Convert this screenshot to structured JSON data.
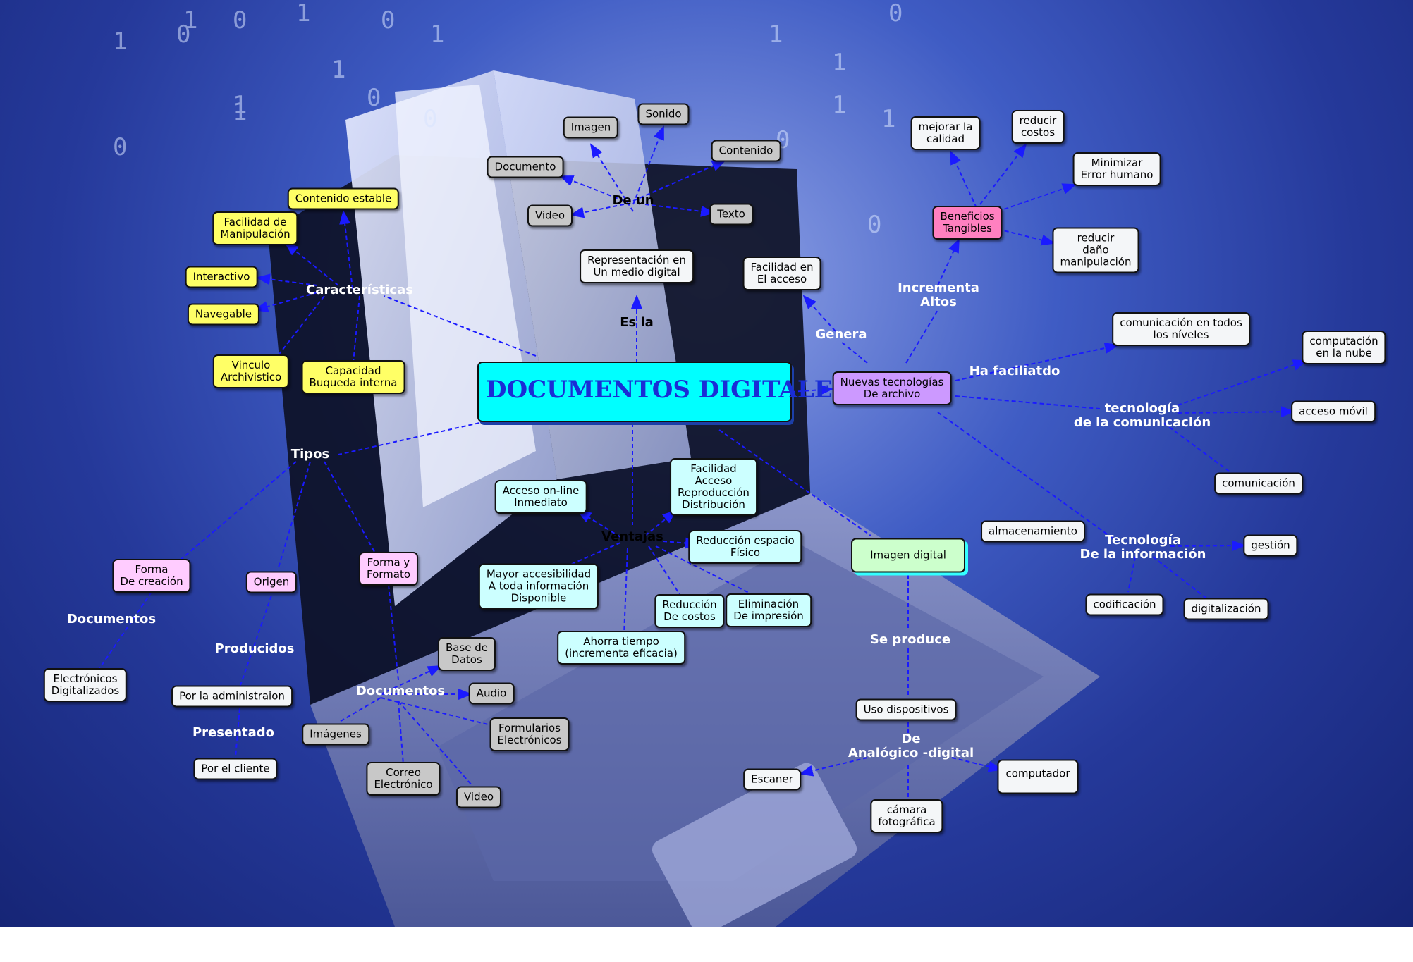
{
  "title": "DOCUMENTOS DIGITALES",
  "nodes": {
    "main": "DOCUMENTOS DIGITALES",
    "imagen": "Imagen",
    "sonido": "Sonido",
    "contenido": "Contenido",
    "documento": "Documento",
    "video_top": "Video",
    "texto": "Texto",
    "representacion": "Representación en\nUn medio digital",
    "contenido_estable": "Contenido estable",
    "facilidad_manip": "Facilidad de\nManipulación",
    "interactivo": "Interactivo",
    "navegable": "Navegable",
    "vinculo": "Vinculo\nArchivistico",
    "capacidad": "Capacidad\nBuqueda interna",
    "mejorar": "mejorar la\ncalidad",
    "reducir_costos": "reducir\ncostos",
    "minimizar": "Minimizar\nError humano",
    "beneficios": "Beneficios\nTangibles",
    "reducir_dano": "reducir\ndaño\nmanipulación",
    "facilidad_acceso": "Facilidad en\nEl acceso",
    "nuevas_tec": "Nuevas tecnologías\nDe archivo",
    "comunicacion_todos": "comunicación en todos\nlos níveles",
    "nube": "computación\nen la nube",
    "movil": "acceso móvil",
    "comunicacion": "comunicación",
    "almacenamiento": "almacenamiento",
    "gestion": "gestión",
    "codificacion": "codificación",
    "digitalizacion": "digitalización",
    "imagen_digital": "Imagen digital",
    "uso_dispositivos": "Uso dispositivos",
    "escaner": "Escaner",
    "computador": "computador",
    "camara": "cámara\nfotográfica",
    "acceso_online": "Acceso on-line\nInmediato",
    "facilidad_arrd": "Facilidad\nAcceso\nReproducción\nDistribución",
    "reduccion_espacio": "Reducción espacio\nFísico",
    "mayor_acces": "Mayor accesibilidad\nA toda información\nDisponible",
    "reduccion_costos": "Reducción\nDe costos",
    "eliminacion": "Eliminación\nDe impresión",
    "ahorra": "Ahorra tiempo\n(incrementa eficacia)",
    "forma_creacion": "Forma\nDe creación",
    "origen": "Origen",
    "forma_formato": "Forma y\nFormato",
    "electronicos": "Electrónicos\nDigitalizados",
    "por_admin": "Por la administraion",
    "por_cliente": "Por el cliente",
    "base_datos": "Base de\nDatos",
    "audio": "Audio",
    "imagenes": "Imágenes",
    "formularios": "Formularios\nElectrónicos",
    "correo": "Correo\nElectrónico",
    "video_bottom": "Video"
  },
  "labels": {
    "de_un": "De un",
    "es_la": "Es la",
    "caracteristicas": "Características",
    "tipos": "Tipos",
    "ventajas": "Ventajas",
    "genera": "Genera",
    "incrementa": "Incrementa\nAltos",
    "ha_facilitado": "Ha faciliatdo",
    "tec_comunicacion": "tecnología\nde la comunicación",
    "tec_informacion": "Tecnología\nDe la información",
    "se_produce": "Se produce",
    "de_analogico": "De\nAnalógico -digital",
    "documentos_left": "Documentos",
    "producidos": "Producidos",
    "presentado": "Presentado",
    "documentos_mid": "Documentos"
  },
  "colors": {
    "link": "#1a1aff",
    "main_fill": "#00ffff",
    "main_text": "#1a2dd6",
    "yellow": "#ffff66",
    "gray": "#c8c8c8",
    "cyan_light": "#ccffff",
    "pink": "#ff80c0",
    "violet": "#cc99ff",
    "green_light": "#ccffcc"
  }
}
